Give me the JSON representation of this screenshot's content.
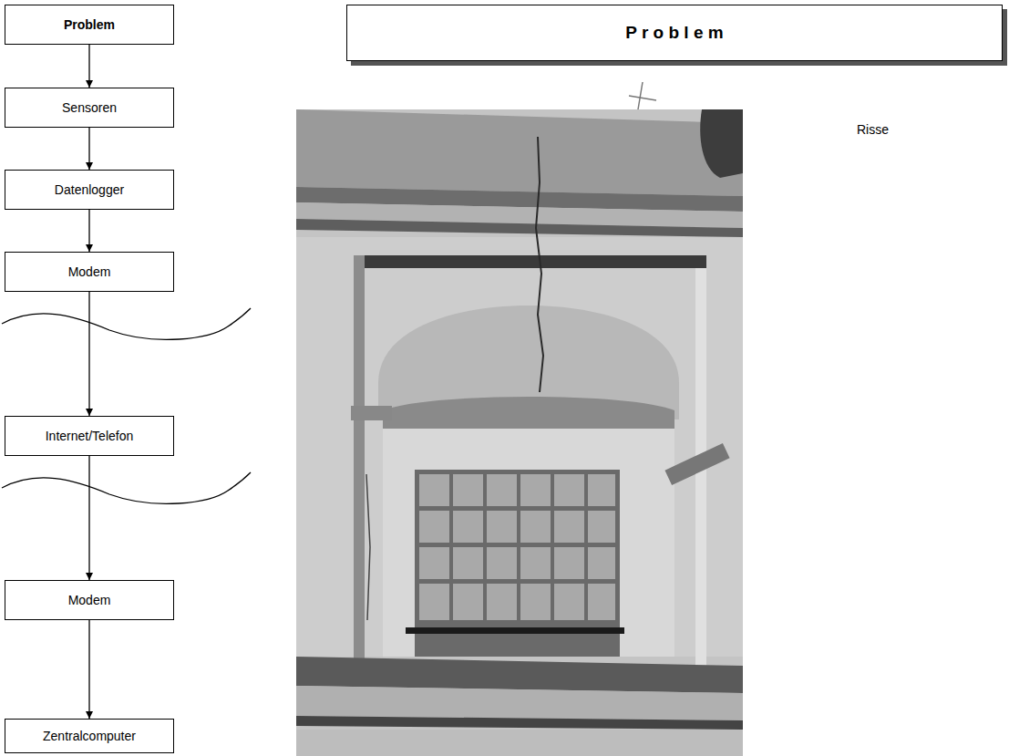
{
  "diagram": {
    "nodes": [
      {
        "text": [
          "Problem"
        ]
      },
      {
        "text": [
          "Sensoren"
        ]
      },
      {
        "text": [
          "Datenlogger"
        ]
      },
      {
        "text": [
          "Modem"
        ]
      },
      {
        "text": [
          "Internet/Telefon"
        ]
      },
      {
        "text": [
          "Modem"
        ]
      },
      {
        "text": [
          "Zentralcomputer"
        ]
      },
      {
        "text": [
          "P r o b l e m"
        ]
      }
    ],
    "edges": [
      {
        "from": 0,
        "to": 1,
        "arrow": "to"
      },
      {
        "from": 1,
        "to": 2,
        "arrow": "to"
      },
      {
        "from": 2,
        "to": 3,
        "arrow": "to"
      },
      {
        "from": 3,
        "to": 4,
        "arrow": "to"
      },
      {
        "from": 4,
        "to": 5,
        "arrow": "to"
      },
      {
        "from": 5,
        "to": 6,
        "arrow": "to"
      }
    ],
    "labels": [
      "Risse"
    ]
  }
}
